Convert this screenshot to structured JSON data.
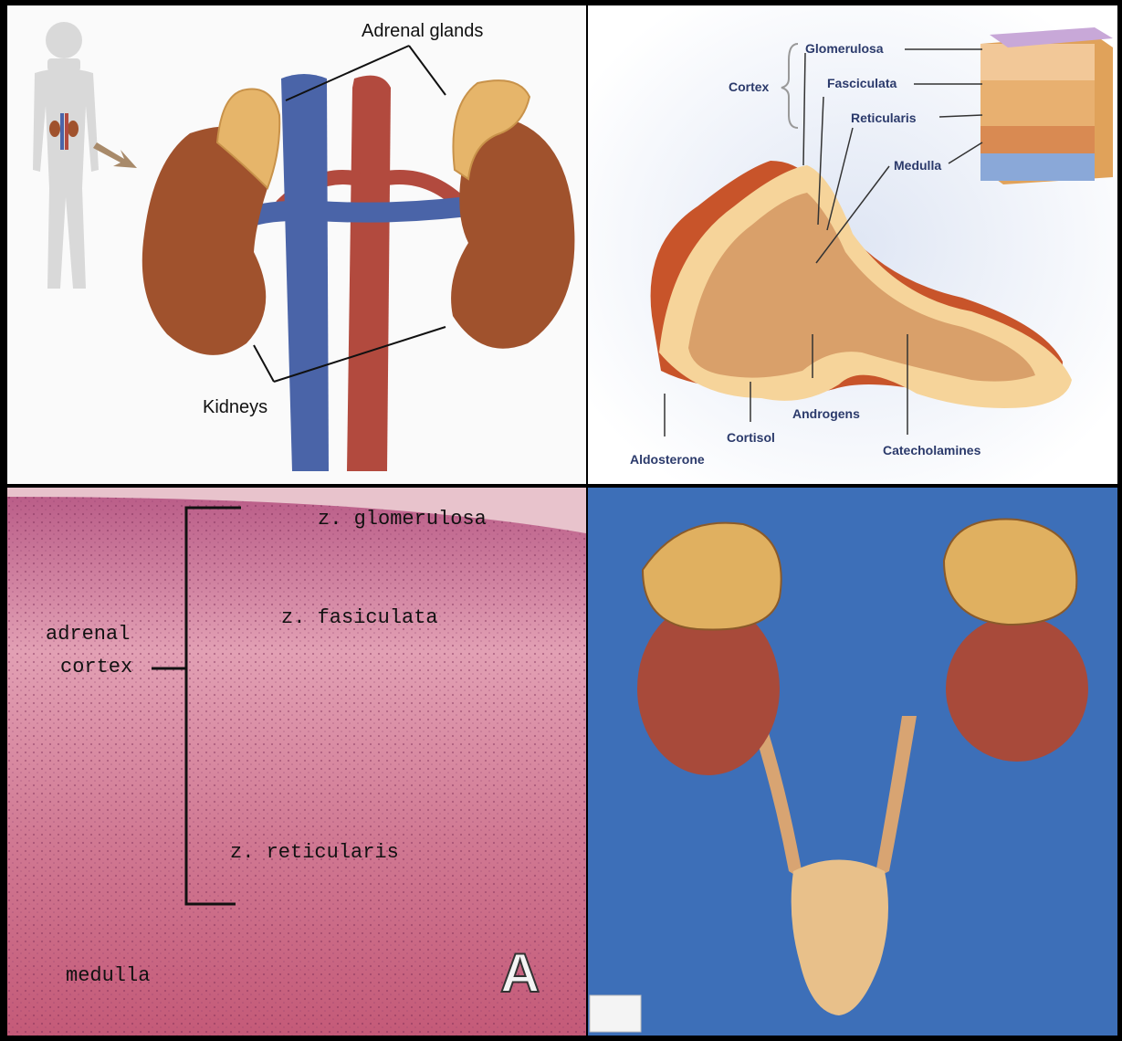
{
  "panel1": {
    "label_adrenal": "Adrenal glands",
    "label_kidneys": "Kidneys"
  },
  "panel2": {
    "label_cortex": "Cortex",
    "label_glomerulosa": "Glomerulosa",
    "label_fasciculata": "Fasciculata",
    "label_reticularis": "Reticularis",
    "label_medulla": "Medulla",
    "label_aldosterone": "Aldosterone",
    "label_cortisol": "Cortisol",
    "label_androgens": "Androgens",
    "label_catecholamines": "Catecholamines"
  },
  "panel3": {
    "label_glomerulosa": "z. glomerulosa",
    "label_fasiculata": "z. fasiculata",
    "label_adrenal": "adrenal",
    "label_cortex": "cortex",
    "label_reticularis": "z. reticularis",
    "label_medulla": "medulla",
    "label_letter": "A"
  },
  "colors": {
    "vein": "#4a64a8",
    "artery": "#b24a3e",
    "kidney": "#a0522d",
    "adrenal": "#e6b56a",
    "histo": "#c9607f",
    "photo_bg": "#3d6fb8"
  }
}
